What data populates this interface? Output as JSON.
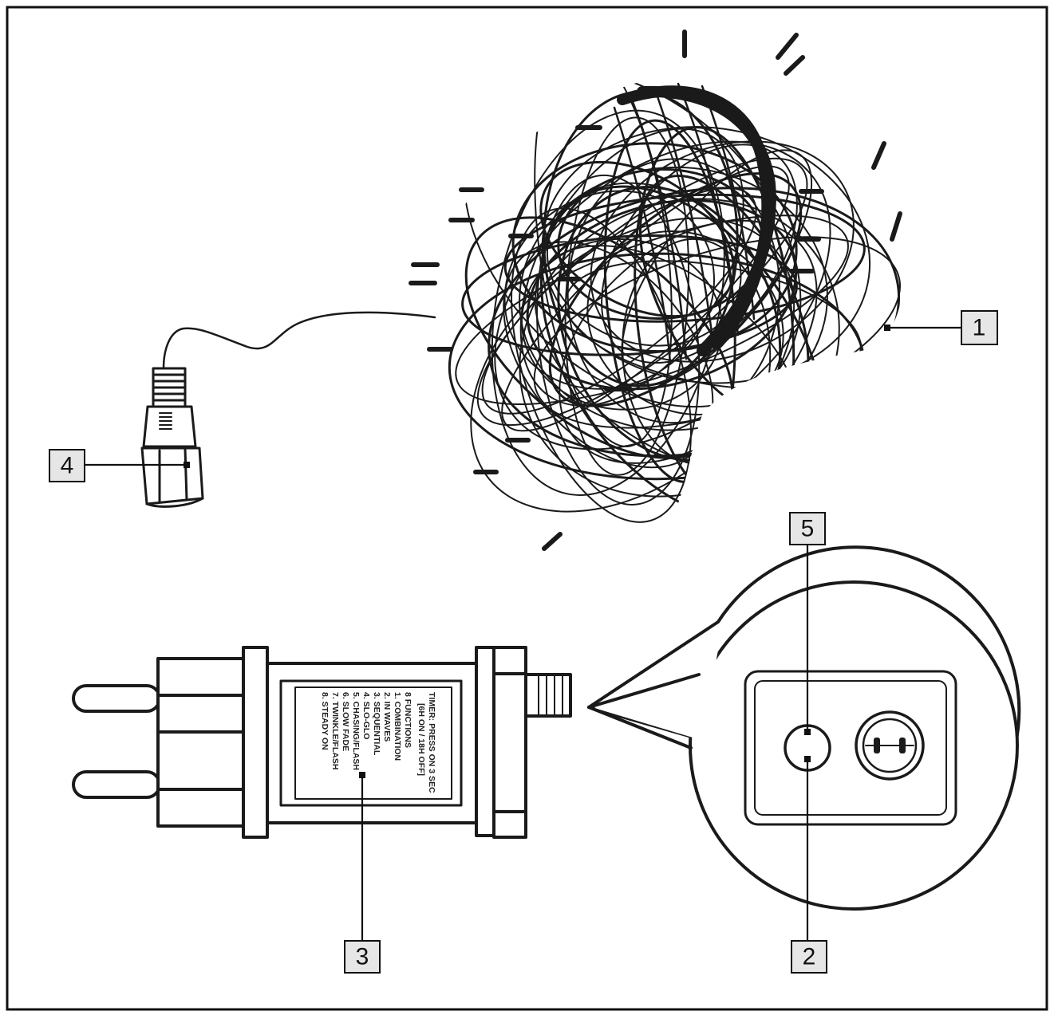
{
  "callouts": {
    "c1": "1",
    "c2": "2",
    "c3": "3",
    "c4": "4",
    "c5": "5"
  },
  "controller_label": {
    "line1": "TIMER: PRESS ON 3 SEC",
    "line2": "[6H ON / 18H OFF]",
    "line3": "8 FUNCTIONS",
    "line4": "1. COMBINATION",
    "line5": "2. IN WAVES",
    "line6": "3. SEQUENTIAL",
    "line7": "4. SLO-GLO",
    "line8": "5. CHASING/FLASH",
    "line9": "6. SLOW FADE",
    "line10": "7. TWINKLE/FLASH",
    "line11": "8. STEADY ON"
  },
  "colors": {
    "ink": "#1a1a1a",
    "callout_fill": "#e6e6e6",
    "background": "#ffffff"
  }
}
